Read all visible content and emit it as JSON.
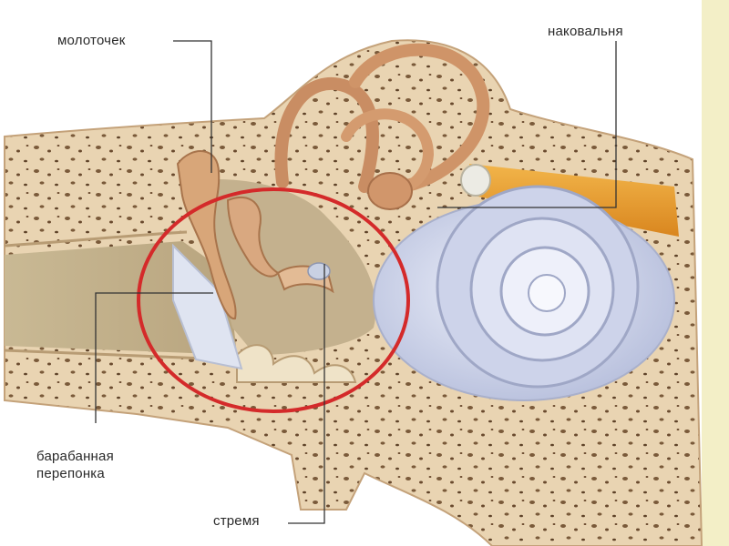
{
  "labels": {
    "hammer": "молоточек",
    "anvil": "наковальня",
    "eardrum_line1": "барабанная",
    "eardrum_line2": "перепонка",
    "stirrup": "стремя"
  },
  "colors": {
    "background": "#ffffff",
    "bone": "#e8d3b1",
    "bone_dark": "#c9ab86",
    "canal": "#d8c7a6",
    "membrane": "#dfe4f1",
    "cochlea": "#c8cfe6",
    "ossicle": "#d8a679",
    "highlight_circle": "#d42a2a",
    "nerve": "#e8a23a",
    "leader_line": "#333333"
  },
  "icons": {
    "highlight": "red-ellipse-highlight"
  }
}
